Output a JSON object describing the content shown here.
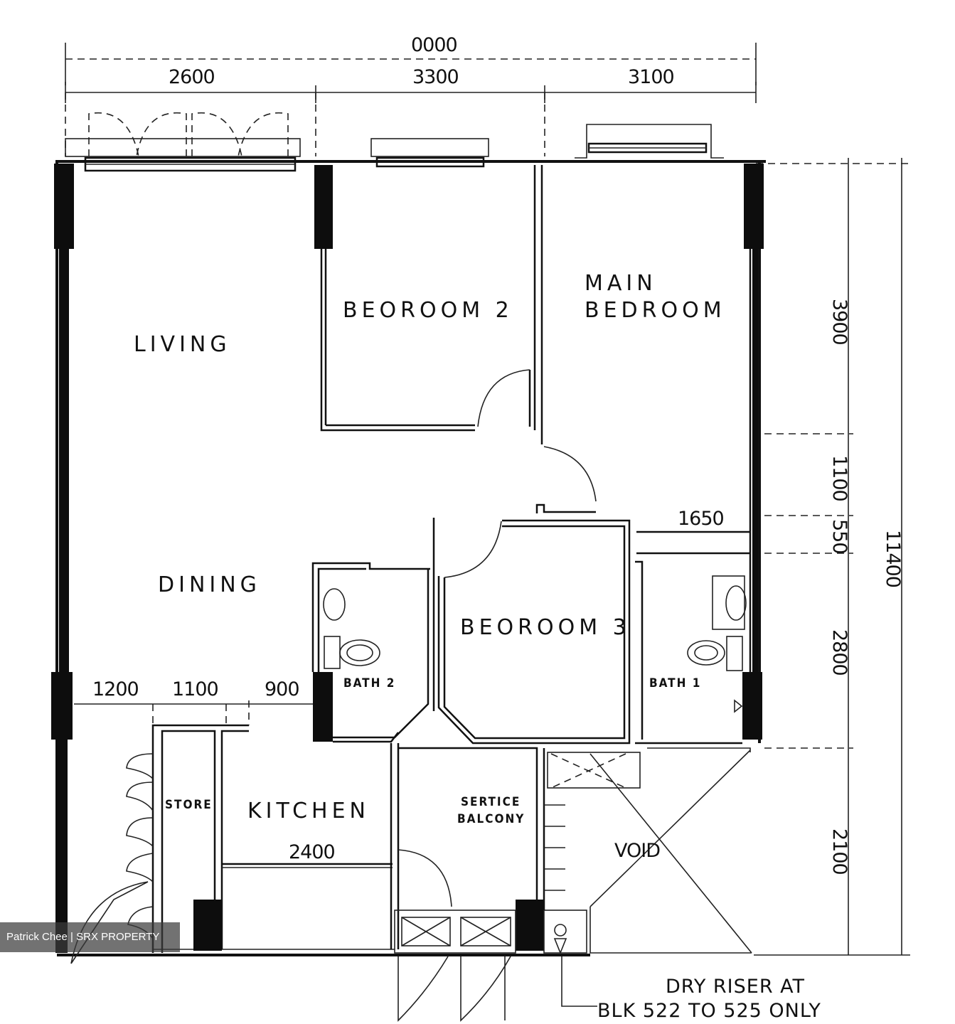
{
  "rooms": {
    "living": "LIVING",
    "dining": "DINING",
    "bedroom2": "BEOROOM 2",
    "main_bedroom_line1": "MAIN",
    "main_bedroom_line2": "BEDROOM",
    "bedroom3": "BEOROOM 3",
    "bath2": "BATH 2",
    "bath1": "BATH 1",
    "kitchen": "KITCHEN",
    "store": "STORE",
    "service_balcony_line1": "SERTICE",
    "service_balcony_line2": "BALCONY",
    "void_label": "VOID"
  },
  "dimensions": {
    "overall_width": "0000",
    "top_segments": [
      "2600",
      "3300",
      "3100"
    ],
    "right_segments": [
      "3900",
      "1100",
      "550",
      "2800",
      "2100"
    ],
    "overall_height": "11400",
    "kitchen_segments": [
      "1200",
      "1100",
      "900"
    ],
    "kitchen_width": "2400",
    "bath_corridor": "1650"
  },
  "notes": {
    "dry_riser_line1": "DRY RISER AT",
    "dry_riser_line2": "BLK 522 TO 525 ONLY"
  },
  "watermark": "Patrick Chee | SRX PROPERTY"
}
